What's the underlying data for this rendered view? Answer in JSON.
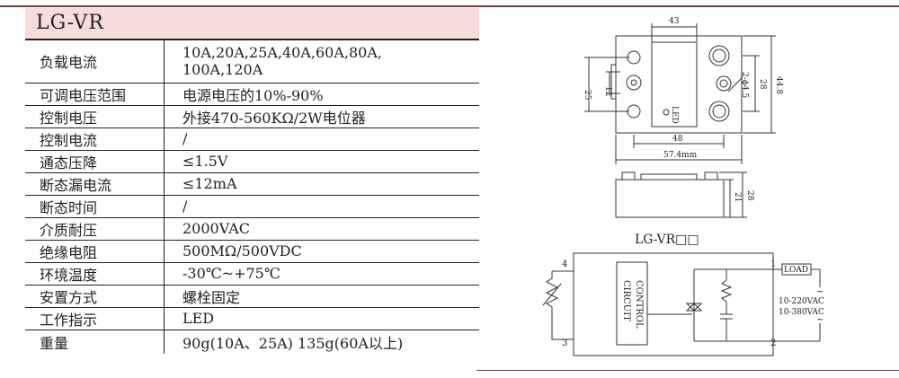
{
  "title": "LG-VR",
  "specs": [
    {
      "label": "负载电流",
      "value_lines": [
        "10A,20A,25A,40A,60A,80A,",
        "100A,120A"
      ]
    },
    {
      "label": "可调电压范围",
      "value_lines": [
        "电源电压的10%-90%"
      ]
    },
    {
      "label": "控制电压",
      "value_lines": [
        "外接470-560KΩ/2W电位器"
      ]
    },
    {
      "label": "控制电流",
      "value_lines": [
        "/"
      ]
    },
    {
      "label": "通态压降",
      "value_lines": [
        "≤1.5V"
      ]
    },
    {
      "label": "断态漏电流",
      "value_lines": [
        "≤12mA"
      ]
    },
    {
      "label": "断态时间",
      "value_lines": [
        "/"
      ]
    },
    {
      "label": "介质耐压",
      "value_lines": [
        "2000VAC"
      ]
    },
    {
      "label": "绝缘电阻",
      "value_lines": [
        "500MΩ/500VDC"
      ]
    },
    {
      "label": "环境温度",
      "value_lines": [
        "-30℃~+75℃"
      ]
    },
    {
      "label": "安置方式",
      "value_lines": [
        "螺栓固定"
      ]
    },
    {
      "label": "工作指示",
      "value_lines": [
        "LED"
      ]
    },
    {
      "label": "重量",
      "value_lines": [
        "90g(10A、25A) 135g(60A以上)"
      ]
    }
  ],
  "drawing": {
    "dim_top": "43",
    "dim_left": "25",
    "dim_inner_left": "12",
    "dim_holes": "2-ϕ4.5",
    "dim_right_inner": "28",
    "dim_right_outer": "44.8",
    "dim_bottom_inner": "48",
    "dim_bottom_outer": "57.4mm",
    "led_label": "LED",
    "side_dim_inner": "21",
    "side_dim_outer": "28"
  },
  "circuit": {
    "model": "LG-VR□□",
    "control_label_1": "CONTROL",
    "control_label_2": "CIRCUIT",
    "pin_1": "1",
    "pin_2": "2",
    "pin_3": "3",
    "pin_4": "4",
    "load": "LOAD",
    "vac_1": "10-220VAC",
    "vac_2": "10-380VAC",
    "tilde": "~"
  }
}
